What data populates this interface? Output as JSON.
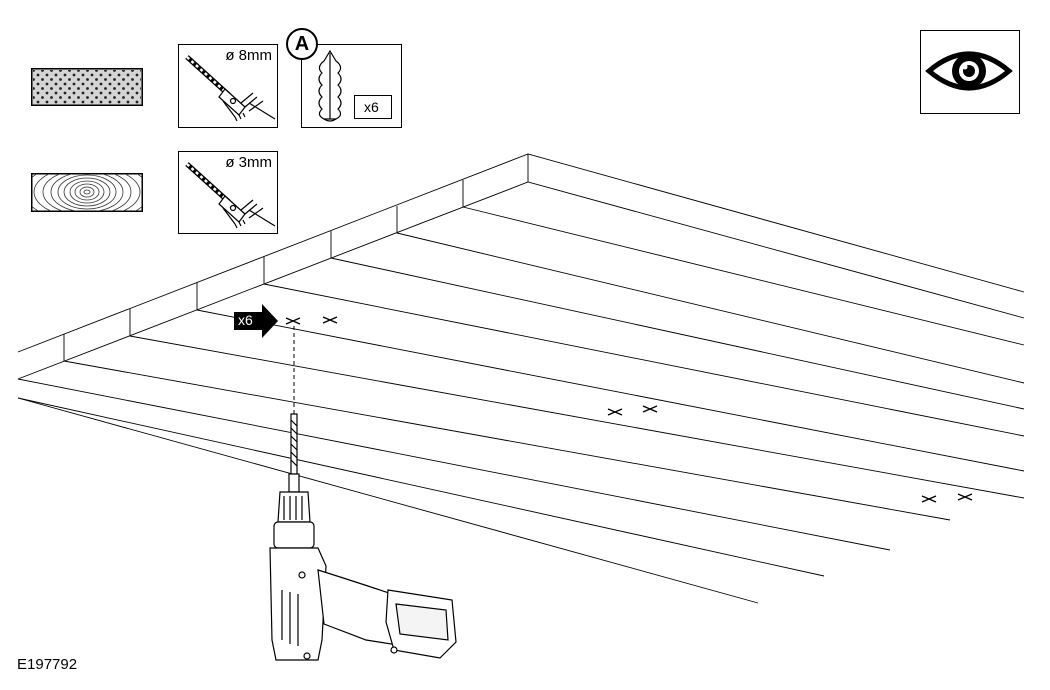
{
  "material_samples": {
    "masonry": "masonry-sample",
    "wood": "wood-sample"
  },
  "drill_bits": {
    "masonry_bit": "ø 8mm",
    "wood_bit": "ø 3mm"
  },
  "wall_plug": {
    "callout": "A",
    "quantity": "x6"
  },
  "arrow": {
    "quantity": "x6"
  },
  "icons": {
    "view": "eye-icon",
    "tool": "power-drill-icon"
  },
  "figure_code": "E197792"
}
